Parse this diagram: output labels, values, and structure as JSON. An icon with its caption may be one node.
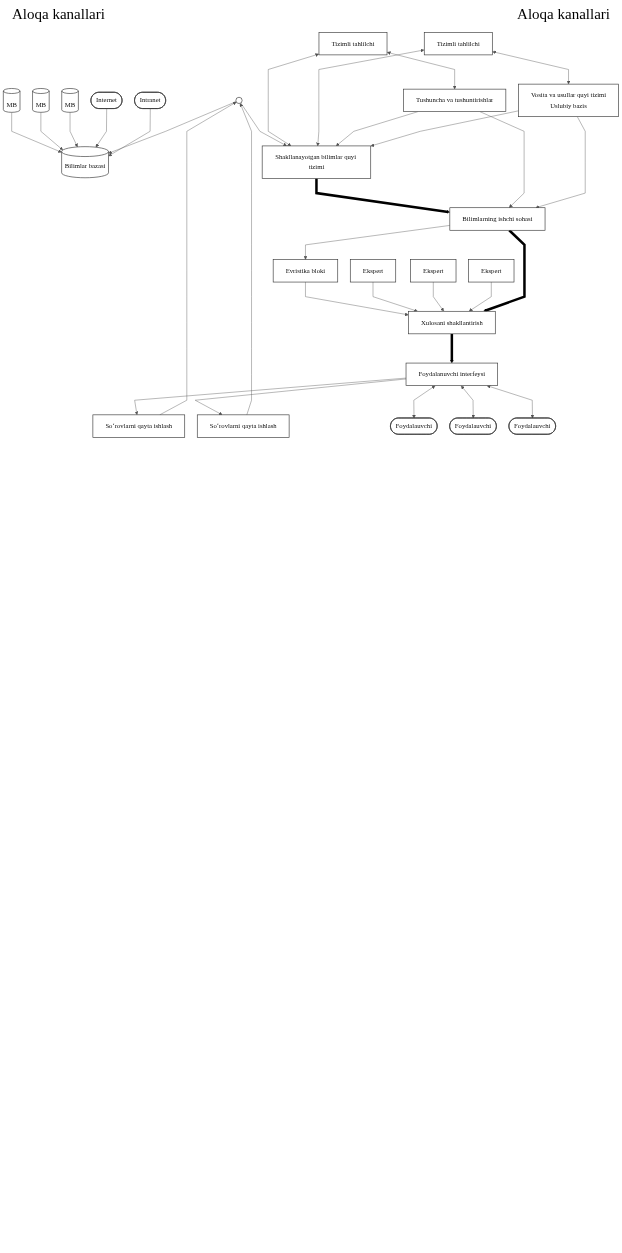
{
  "diagram": {
    "nodes": [
      {
        "text": [
          "MB"
        ]
      },
      {
        "text": [
          "MB"
        ]
      },
      {
        "text": [
          "MB"
        ]
      },
      {
        "text": [
          "Internet"
        ]
      },
      {
        "text": [
          "Bilimlar bazasi"
        ]
      },
      {
        "text": [
          "Intranet"
        ]
      },
      {
        "text": [],
        "shape": "circle"
      },
      {
        "text": [
          "Tizimli tahlilchi"
        ]
      },
      {
        "text": [
          "Shakllanayotgan bilimlar quyi tizimi"
        ]
      },
      {
        "text": [
          "Tizimli tahlilchi"
        ]
      },
      {
        "text": [
          "Tushuncha va tushuntirishlar"
        ]
      },
      {
        "text": [
          "Bilimlarning ishchi sohasi"
        ]
      },
      {
        "text": [
          "Vosita va usullar quyi tizimi",
          "Uslubiy bazis"
        ]
      },
      {
        "text": [
          "Evristika bloki"
        ]
      },
      {
        "text": [
          "Ekspert"
        ]
      },
      {
        "text": [
          "Ekspert"
        ]
      },
      {
        "text": [
          "Ekspert"
        ]
      },
      {
        "text": [
          "Xulosani shakllantirish"
        ]
      },
      {
        "text": [
          "So‘rovlarni qayta ishlash"
        ]
      },
      {
        "text": [
          "Foydalanuvchi interfeysi"
        ]
      },
      {
        "text": [
          "So‘rovlarni qayta ishlash"
        ]
      },
      {
        "text": [
          "Foydalauvchi"
        ]
      },
      {
        "text": [
          "Foydalauvchi"
        ]
      },
      {
        "text": [
          "Foydalauvchi"
        ]
      }
    ],
    "edges": [
      {
        "from": 0,
        "to": 4,
        "arrow": "to"
      },
      {
        "from": 1,
        "to": 4,
        "arrow": "to"
      },
      {
        "from": 2,
        "to": 4,
        "arrow": "to"
      },
      {
        "from": 3,
        "to": 4,
        "arrow": "to"
      },
      {
        "from": 5,
        "to": 4,
        "arrow": "to"
      },
      {
        "from": 6,
        "to": 4,
        "arrow": "to"
      },
      {
        "from": 6,
        "to": 8,
        "arrow": "to"
      },
      {
        "from": 18,
        "to": 6,
        "arrow": "to"
      },
      {
        "from": 20,
        "to": 6,
        "arrow": "to"
      },
      {
        "from": 7,
        "to": 8,
        "arrow": "both"
      },
      {
        "from": 9,
        "to": 8,
        "arrow": "both"
      },
      {
        "from": 7,
        "to": 10,
        "arrow": "both"
      },
      {
        "from": 9,
        "to": 12,
        "arrow": "both"
      },
      {
        "from": 10,
        "to": 8,
        "arrow": "to"
      },
      {
        "from": 12,
        "to": 8,
        "arrow": "to"
      },
      {
        "from": 8,
        "to": 11,
        "arrow": "to",
        "style": "thick"
      },
      {
        "from": 10,
        "to": 11,
        "arrow": "to"
      },
      {
        "from": 12,
        "to": 11,
        "arrow": "to"
      },
      {
        "from": 11,
        "to": 13,
        "arrow": "to"
      },
      {
        "from": 13,
        "to": 17,
        "arrow": "to"
      },
      {
        "from": 14,
        "to": 17,
        "arrow": "to"
      },
      {
        "from": 15,
        "to": 17,
        "arrow": "to"
      },
      {
        "from": 16,
        "to": 17,
        "arrow": "to"
      },
      {
        "from": 11,
        "to": 17,
        "arrow": "to",
        "style": "thick"
      },
      {
        "from": 17,
        "to": 19,
        "arrow": "to",
        "style": "thick"
      },
      {
        "from": 19,
        "to": 18,
        "arrow": "to"
      },
      {
        "from": 19,
        "to": 20,
        "arrow": "to"
      },
      {
        "from": 19,
        "to": 21,
        "arrow": "both"
      },
      {
        "from": 19,
        "to": 22,
        "arrow": "both"
      },
      {
        "from": 19,
        "to": 23,
        "arrow": "both"
      }
    ],
    "labels": [
      "Aloqa kanallari",
      "Aloqa kanallari"
    ]
  }
}
